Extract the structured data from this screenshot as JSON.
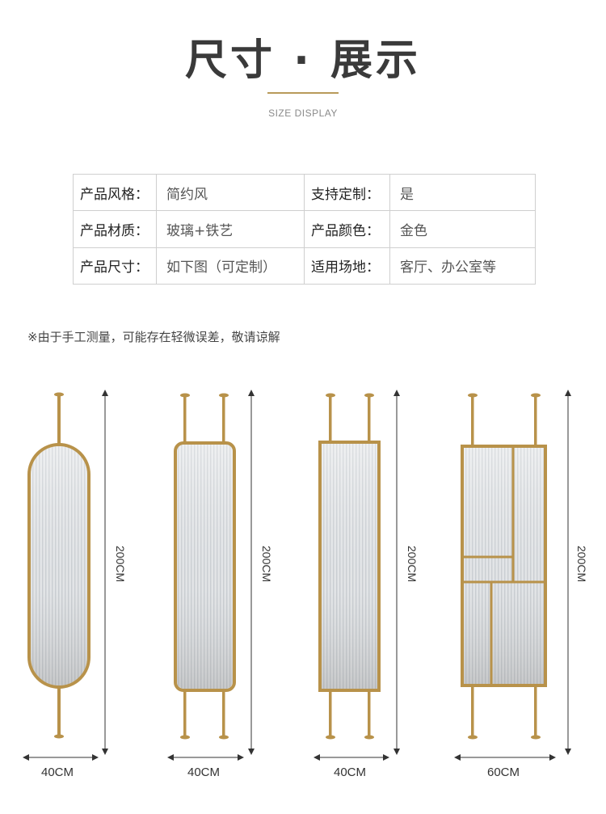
{
  "header": {
    "title": "尺寸 · 展示",
    "subtitle": "SIZE DISPLAY"
  },
  "specs": [
    {
      "label": "产品风格：",
      "value": "简约风",
      "label2": "支持定制：",
      "value2": "是"
    },
    {
      "label": "产品材质：",
      "value": "玻璃+铁艺",
      "label2": "产品颜色：",
      "value2": "金色"
    },
    {
      "label": "产品尺寸：",
      "value": "如下图（可定制）",
      "label2": "适用场地：",
      "value2": "客厅、办公室等"
    }
  ],
  "note": "※由于手工测量，可能存在轻微误差，敬请谅解",
  "products": [
    {
      "shape": "oval-single-rod",
      "width_label": "40CM",
      "height_label": "200CM"
    },
    {
      "shape": "rounded-rect-double-rod",
      "width_label": "40CM",
      "height_label": "200CM"
    },
    {
      "shape": "rect-double-rod",
      "width_label": "40CM",
      "height_label": "200CM"
    },
    {
      "shape": "grid-double-rod",
      "width_label": "60CM",
      "height_label": "200CM"
    }
  ],
  "colors": {
    "gold": "#b8924a",
    "glass": "#e4e6e8",
    "title": "#3a3a3a"
  }
}
